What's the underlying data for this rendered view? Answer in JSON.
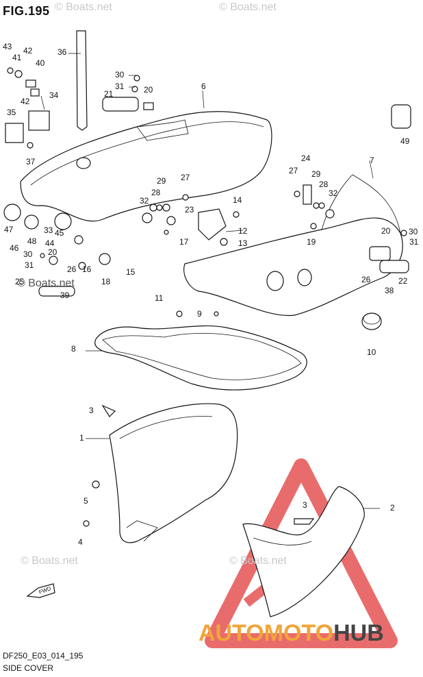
{
  "header": {
    "figure_label": "FIG.195"
  },
  "watermarks": [
    "© Boats.net",
    "© Boats.net",
    "© Boats.net",
    "© Boats.net",
    "© Boats.net"
  ],
  "footer": {
    "diagram_code": "DF250_E03_014_195",
    "section_name": "SIDE COVER"
  },
  "brand": {
    "part1": "AUTO",
    "part2": "MOTO",
    "part3": "HUB",
    "accent_color": "#f0a53a",
    "triangle_color": "#e23b3b"
  },
  "fwd_label": "FWD",
  "callouts": [
    "43",
    "41",
    "42",
    "40",
    "36",
    "30",
    "31",
    "21",
    "20",
    "6",
    "34",
    "35",
    "37",
    "42",
    "49",
    "24",
    "27",
    "29",
    "28",
    "7",
    "32",
    "27",
    "29",
    "28",
    "32",
    "14",
    "23",
    "12",
    "13",
    "30",
    "20",
    "31",
    "47",
    "46",
    "48",
    "45",
    "33",
    "44",
    "17",
    "16",
    "19",
    "31",
    "30",
    "20",
    "26",
    "18",
    "15",
    "22",
    "26",
    "38",
    "25",
    "39",
    "11",
    "9",
    "10",
    "8",
    "3",
    "1",
    "5",
    "4",
    "3",
    "2"
  ]
}
